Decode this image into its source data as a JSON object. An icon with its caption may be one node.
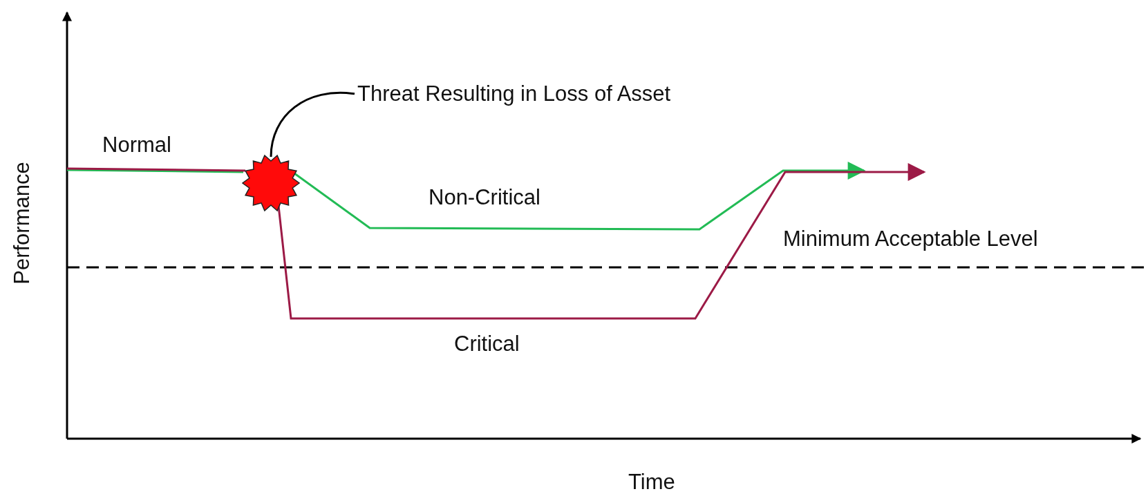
{
  "diagram": {
    "nodes": [
      {
        "text": [
          "Threat Resulting in Loss of Asset"
        ]
      },
      {
        "text": [],
        "shape": "starburst"
      }
    ],
    "edges": [
      {
        "from": 0,
        "to": 1,
        "arrow": "none",
        "color": "#000000"
      },
      {
        "from": null,
        "to": 1,
        "arrow": "none",
        "color": "#9c1a46"
      },
      {
        "from": 1,
        "to": null,
        "arrow": "to",
        "color": "#22bb55"
      },
      {
        "from": 1,
        "to": null,
        "arrow": "to",
        "color": "#9c1a46"
      }
    ],
    "labels": [
      "Normal",
      "Non-Critical",
      "Minimum Acceptable Level",
      "Critical",
      "Performance",
      "Time"
    ]
  }
}
